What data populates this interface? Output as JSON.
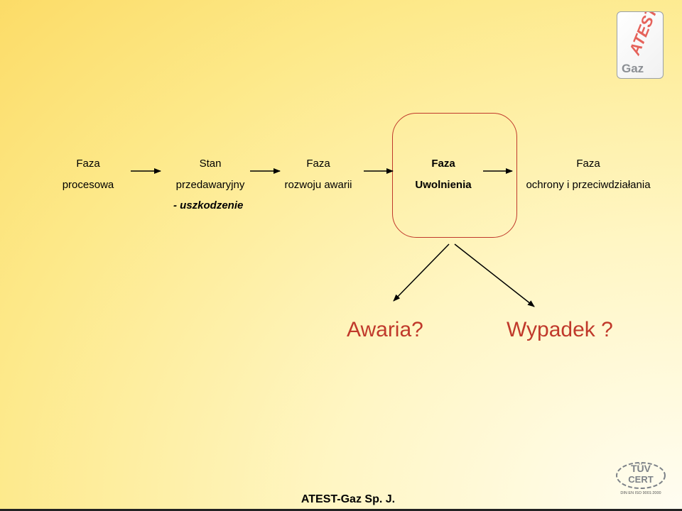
{
  "flow": {
    "phases": [
      {
        "line1": "Faza",
        "line2": "procesowa"
      },
      {
        "line1": "Stan",
        "line2": "przedawaryjny",
        "line3": "- uszkodzenie"
      },
      {
        "line1": "Faza",
        "line2": "rozwoju awarii"
      },
      {
        "line1": "Faza",
        "line2": "Uwolnienia"
      },
      {
        "line1": "Faza",
        "line2": "ochrony i przeciwdziałania"
      }
    ]
  },
  "outcomes": {
    "left": "Awaria?",
    "right": "Wypadek ?"
  },
  "footer": {
    "company": "ATEST-Gaz Sp. J."
  },
  "colors": {
    "highlight_border": "#c0392b",
    "outcome_text": "#c0392b",
    "logo_red": "#d9534f"
  },
  "logos": {
    "atest_top": "ATEST",
    "atest_bottom": "Gaz",
    "tuv_top": "TÜV",
    "tuv_bottom": "CERT",
    "tuv_standard": "DIN EN ISO 9001:2000"
  }
}
